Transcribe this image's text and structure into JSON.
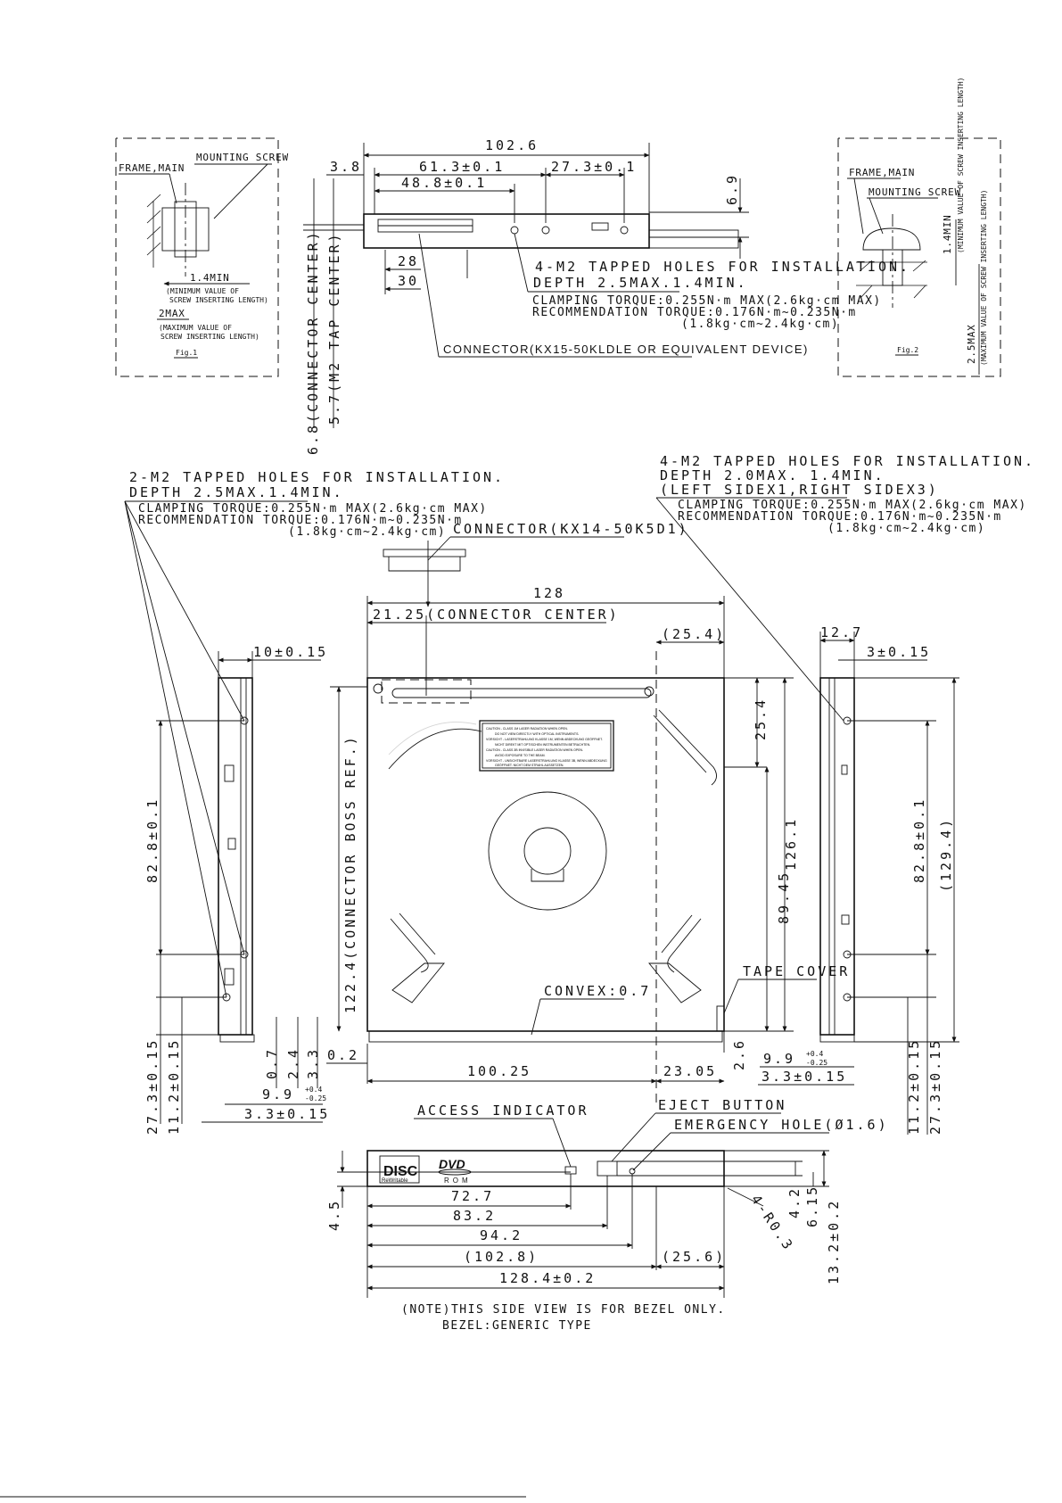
{
  "fig1": {
    "frame_main": "FRAME,MAIN",
    "mounting_screw": "MOUNTING SCREW",
    "min_len": "1.4MIN",
    "min_note_1": "(MINIMUM VALUE OF",
    "min_note_2": "SCREW INSERTING LENGTH)",
    "max_len": "2MAX",
    "max_note_1": "(MAXIMUM VALUE OF",
    "max_note_2": "SCREW INSERTING LENGTH)",
    "caption": "Fig.1"
  },
  "fig2": {
    "frame_main": "FRAME,MAIN",
    "mounting_screw": "MOUNTING SCREW",
    "min_len": "1.4MIN",
    "min_note": "(MINIMUM VALUE OF SCREW INSERTING LENGTH)",
    "max_len": "2.5MAX",
    "max_note": "(MAXIMUM VALUE OF SCREW INSERTING LENGTH)",
    "caption": "Fig.2"
  },
  "top_view": {
    "dim_overall": "102.6",
    "dim_left": "3.8",
    "dim_a": "61.3±0.1",
    "dim_b": "27.3±0.1",
    "dim_c": "48.8±0.1",
    "dim_height": "6.9",
    "dim_28": "28",
    "dim_30": "30",
    "vert_connector": "6.8(CONNECTOR CENTER)",
    "vert_tap": "5.7(M2 TAP CENTER)",
    "holes_1": "4-M2 TAPPED HOLES FOR INSTALLATION.",
    "holes_2": "DEPTH 2.5MAX.1.4MIN.",
    "torque_1": "CLAMPING TORQUE:0.255N·m MAX(2.6kg·cm MAX)",
    "torque_2": "RECOMMENDATION TORQUE:0.176N·m~0.235N·m",
    "torque_3": "(1.8kg·cm~2.4kg·cm)",
    "connector": "CONNECTOR(KX15-50KLDLE OR EQUIVALENT DEVICE)"
  },
  "left_note": {
    "l1": "2-M2 TAPPED HOLES FOR INSTALLATION.",
    "l2": "DEPTH 2.5MAX.1.4MIN.",
    "l3": "CLAMPING TORQUE:0.255N·m MAX(2.6kg·cm MAX)",
    "l4": "RECOMMENDATION TORQUE:0.176N·m~0.235N·m",
    "l5": "(1.8kg·cm~2.4kg·cm)"
  },
  "right_note": {
    "l1": "4-M2 TAPPED HOLES FOR INSTALLATION.",
    "l2": "DEPTH 2.0MAX. 1.4MIN.",
    "l3": "(LEFT SIDEX1,RIGHT SIDEX3)",
    "l4": "CLAMPING TORQUE:0.255N·m MAX(2.6kg·cm MAX)",
    "l5": "RECOMMENDATION TORQUE:0.176N·m~0.235N·m",
    "l6": "(1.8kg·cm~2.4kg·cm)"
  },
  "main_view": {
    "connector": "CONNECTOR(KX14-50K5D1)",
    "dim_128": "128",
    "dim_2125": "21.25(CONNECTOR CENTER)",
    "dim_254h": "(25.4)",
    "dim_254v": "25.4",
    "dim_1261": "126.1",
    "dim_8945": "89.45",
    "dim_1224": "122.4(CONNECTOR BOSS REF.)",
    "convex": "CONVEX:0.7",
    "tape_cover": "TAPE COVER",
    "dim_02": "0.2",
    "dim_10025": "100.25",
    "dim_2305": "23.05",
    "dim_26": "2.6",
    "caution_1": "CAUTION - CLASS 1M LASER RADIATION WHEN OPEN.",
    "caution_2": "DO NOT VIEW DIRECTLY WITH OPTICAL INSTRUMENTS.",
    "caution_3": "VORSICHT - LASERSTRAHLUNG KLASSE 1M, WENN ABDECKUNG GEÖFFNET.",
    "caution_4": "NICHT DIREKT MIT OPTISCHEN INSTRUMENTEN BETRACHTEN.",
    "caution_5": "CAUTION - CLASS 3B INVISIBLE LASER RADIATION WHEN OPEN.",
    "caution_6": "AVOID EXPOSURE TO THE BEAM.",
    "caution_7": "VORSICHT - UNSICHTBARE LASERSTRAHLUNG KLASSE 3B, WENN ABDECKUNG",
    "caution_8": "GEÖFFNET. NICHT DEM STRAHL AUSSETZEN."
  },
  "left_side": {
    "dim_10": "10±0.15",
    "dim_828": "82.8±0.1",
    "dim_07": "0.7",
    "dim_24": "2.4",
    "dim_33": "3.3",
    "dim_99": "9.9",
    "dim_99_tol_up": "+0.4",
    "dim_99_tol_dn": "-0.25",
    "dim_33b": "3.3±0.15",
    "dim_273": "27.3±0.15",
    "dim_112": "11.2±0.15"
  },
  "right_side": {
    "dim_127": "12.7",
    "dim_3": "3±0.15",
    "dim_828": "82.8±0.1",
    "dim_1294": "(129.4)",
    "dim_99": "9.9",
    "dim_99_tol_up": "+0.4",
    "dim_99_tol_dn": "-0.25",
    "dim_33": "3.3±0.15",
    "dim_112": "11.2±0.15",
    "dim_273": "27.3±0.15"
  },
  "bezel": {
    "access": "ACCESS INDICATOR",
    "eject": "EJECT BUTTON",
    "emergency": "EMERGENCY HOLE(Ø1.6)",
    "dim_727": "72.7",
    "dim_832": "83.2",
    "dim_942": "94.2",
    "dim_1028": "(102.8)",
    "dim_256": "(25.6)",
    "dim_1284": "128.4±0.2",
    "dim_45": "4.5",
    "dim_42": "4.2",
    "dim_615": "6.15",
    "dim_132": "13.2±0.2",
    "dim_r": "4-R0.3",
    "disc_logo": "DISC",
    "rewritable": "ReWritable",
    "dvd_logo": "DVD",
    "rom": "ROM",
    "note_1": "(NOTE)THIS SIDE VIEW IS FOR BEZEL ONLY.",
    "note_2": "BEZEL:GENERIC TYPE"
  }
}
